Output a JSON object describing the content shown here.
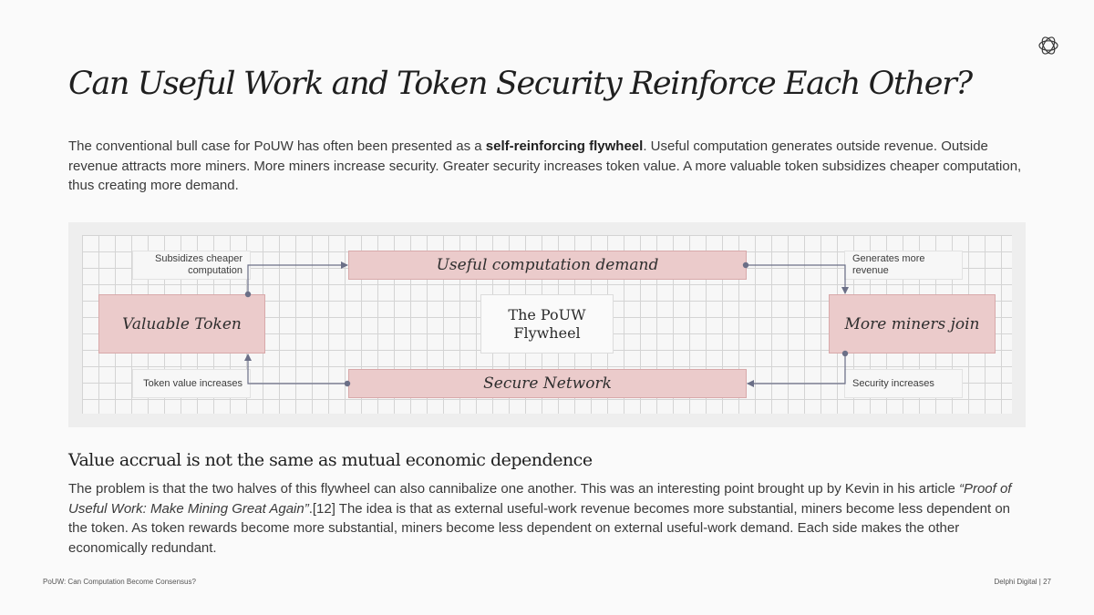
{
  "header": {
    "title": "Can Useful Work and Token Security Reinforce Each Other?",
    "logo_icon": "delphi-logo-icon"
  },
  "intro": {
    "before": "The conventional bull case for PoUW has often been presented as a ",
    "bold": "self-reinforcing flywheel",
    "after": ". Useful computation generates outside revenue. Outside revenue attracts more miners. More miners increase security. Greater security increases token value. A more valuable token subsidizes cheaper computation, thus creating more demand."
  },
  "diagram": {
    "center": "The PoUW Flywheel",
    "nodes": {
      "useful": "Useful computation demand",
      "miners": "More miners join",
      "secure": "Secure Network",
      "valuable": "Valuable Token"
    },
    "edge_labels": {
      "subsidizes": "Subsidizes cheaper computation",
      "generates": "Generates more revenue",
      "security": "Security increases",
      "token_value": "Token value increases"
    },
    "colors": {
      "node_fill": "#ebcbcb",
      "node_border": "#d8a9aa",
      "arrow": "#6b6f87"
    }
  },
  "section": {
    "heading": "Value accrual is not the same as mutual economic dependence",
    "p_before": "The problem is that the two halves of this flywheel can also cannibalize one another. This was an interesting point brought up by Kevin in his article ",
    "p_italic": "“Proof of Useful Work: Make Mining Great Again”",
    "p_after": ".[12] The idea is that as external useful-work revenue becomes more substantial, miners become less dependent on the token. As token rewards become more substantial, miners become less dependent on external useful-work demand. Each side makes the other economically redundant."
  },
  "footer": {
    "left": "PoUW: Can Computation Become Consensus?",
    "right": "Delphi Digital | 27"
  }
}
